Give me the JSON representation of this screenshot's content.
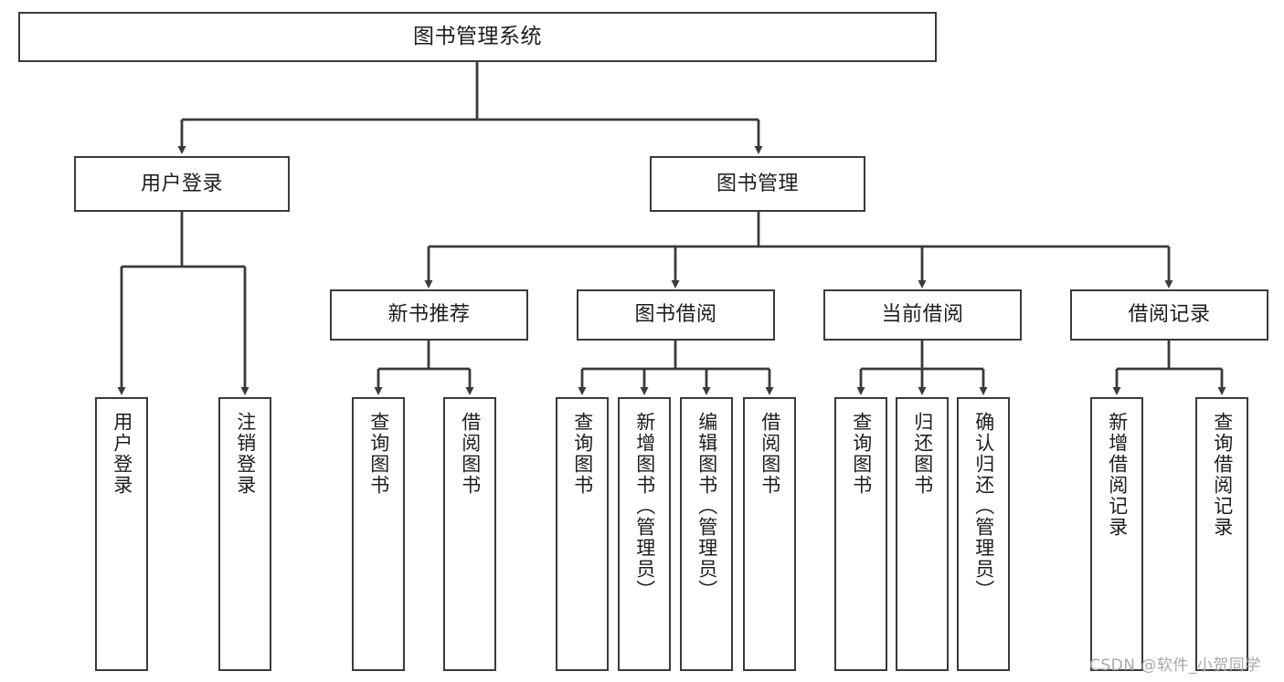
{
  "diagram": {
    "title": "图书管理系统",
    "type": "功能结构图",
    "root": {
      "id": "root",
      "label": "图书管理系统"
    },
    "level1": [
      {
        "id": "user-login",
        "label": "用户登录"
      },
      {
        "id": "book-manage",
        "label": "图书管理"
      }
    ],
    "level2": [
      {
        "id": "new-book-recommend",
        "label": "新书推荐",
        "parent": "book-manage"
      },
      {
        "id": "book-borrow",
        "label": "图书借阅",
        "parent": "book-manage"
      },
      {
        "id": "current-borrow",
        "label": "当前借阅",
        "parent": "book-manage"
      },
      {
        "id": "borrow-record",
        "label": "借阅记录",
        "parent": "book-manage"
      }
    ],
    "leaves": [
      {
        "id": "leaf-user-login",
        "label": "用户登录",
        "parent": "user-login"
      },
      {
        "id": "leaf-user-logout",
        "label": "注销登录",
        "parent": "user-login"
      },
      {
        "id": "leaf-query-book-1",
        "label": "查询图书",
        "parent": "new-book-recommend"
      },
      {
        "id": "leaf-borrow-book-1",
        "label": "借阅图书",
        "parent": "new-book-recommend"
      },
      {
        "id": "leaf-query-book-2",
        "label": "查询图书",
        "parent": "book-borrow"
      },
      {
        "id": "leaf-add-book",
        "label": "新增图书（管理员）",
        "parent": "book-borrow"
      },
      {
        "id": "leaf-edit-book",
        "label": "编辑图书（管理员）",
        "parent": "book-borrow"
      },
      {
        "id": "leaf-borrow-book-2",
        "label": "借阅图书",
        "parent": "book-borrow"
      },
      {
        "id": "leaf-query-book-3",
        "label": "查询图书",
        "parent": "current-borrow"
      },
      {
        "id": "leaf-return-book",
        "label": "归还图书",
        "parent": "current-borrow"
      },
      {
        "id": "leaf-confirm-return",
        "label": "确认归还（管理员）",
        "parent": "current-borrow"
      },
      {
        "id": "leaf-add-record",
        "label": "新增借阅记录",
        "parent": "borrow-record"
      },
      {
        "id": "leaf-query-record",
        "label": "查询借阅记录",
        "parent": "borrow-record"
      }
    ],
    "colors": {
      "box_border": "#3a3a3a",
      "connector": "#3a3a3a",
      "background": "#ffffff",
      "text": "#1d1d1d",
      "watermark": "#a8a8a8"
    }
  },
  "watermark": {
    "text": "CSDN @软件_小贺同学"
  }
}
